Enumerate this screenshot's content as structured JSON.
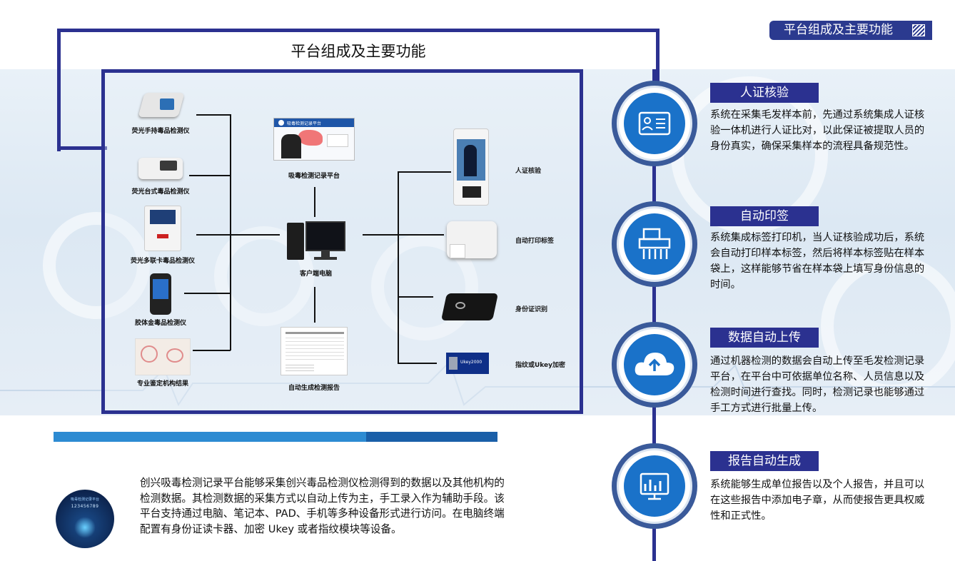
{
  "header_badge": "平台组成及主要功能",
  "diagram": {
    "title": "平台组成及主要功能",
    "left_devices": [
      {
        "label": "荧光手持毒品检测仪"
      },
      {
        "label": "荧光台式毒品检测仪"
      },
      {
        "label": "荧光多联卡毒品检测仪"
      },
      {
        "label": "胶体金毒品检测仪"
      },
      {
        "label": "专业鉴定机构结果"
      }
    ],
    "center": {
      "platform_label": "吸毒检测记录平台",
      "platform_screen_title": "吸毒检测记录平台",
      "client_label": "客户端电脑",
      "report_label": "自动生成检测报告"
    },
    "right_devices": [
      {
        "label": "人证核验"
      },
      {
        "label": "自动打印标签"
      },
      {
        "label": "身份证识别"
      },
      {
        "label": "指纹或Ukey加密"
      }
    ],
    "ukey_text": "Ukey2000"
  },
  "features": [
    {
      "icon": "id-card-icon",
      "title": "人证核验",
      "desc": "系统在采集毛发样本前，先通过系统集成人证核验一体机进行人证比对，以此保证被提取人员的身份真实，确保采集样本的流程具备规范性。"
    },
    {
      "icon": "shredder-printer-icon",
      "title": "自动印签",
      "desc": "系统集成标签打印机，当人证核验成功后，系统会自动打印样本标签，然后将样本标签贴在样本袋上，这样能够节省在样本袋上填写身份信息的时间。"
    },
    {
      "icon": "cloud-upload-icon",
      "title": "数据自动上传",
      "desc": "通过机器检测的数据会自动上传至毛发检测记录平台，在平台中可依据单位名称、人员信息以及检测时间进行查找。同时，检测记录也能够通过手工方式进行批量上传。"
    },
    {
      "icon": "bar-chart-monitor-icon",
      "title": "报告自动生成",
      "desc": "系统能够生成单位报告以及个人报告，并且可以在这些报告中添加电子章，从而使报告更具权威性和正式性。"
    }
  ],
  "thumbnail": {
    "top_text": "吸毒检测记录平台",
    "number_text": "123456789"
  },
  "intro": "创兴吸毒检测记录平台能够采集创兴毒品检测仪检测得到的数据以及其他机构的检测数据。其检测数据的采集方式以自动上传为主，手工录入作为辅助手段。该平台支持通过电脑、笔记本、PAD、手机等多种设备形式进行访问。在电脑终端配置有身份证读卡器、加密 Ukey 或者指纹模块等设备。",
  "colors": {
    "navy": "#2b3190",
    "blue": "#1a72c9",
    "bar_dark": "#1a5fa8",
    "bar_light": "#2d8bd2"
  }
}
